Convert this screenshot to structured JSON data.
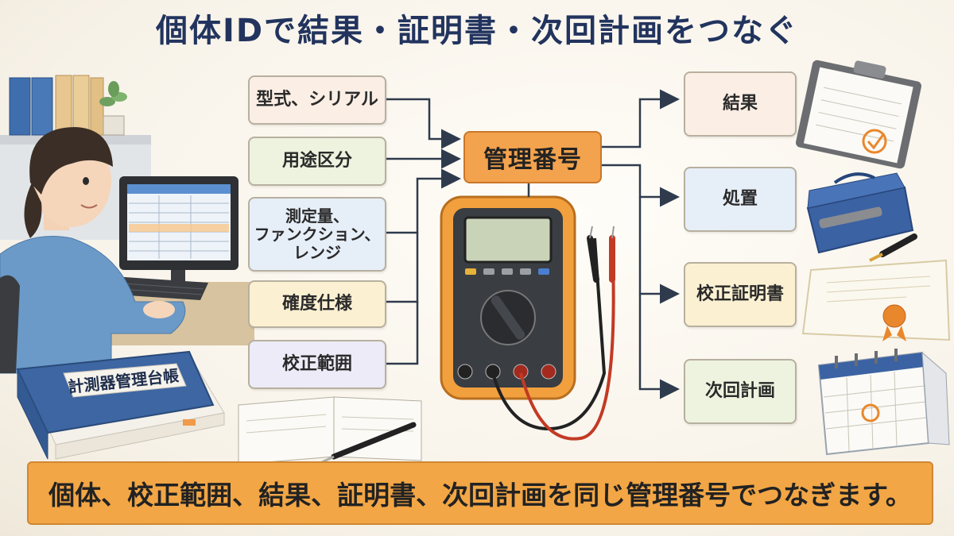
{
  "title": "個体IDで結果・証明書・次回計画をつなぐ",
  "inputs": [
    {
      "label": "型式、シリアル",
      "fill": "#fbeee5"
    },
    {
      "label": "用途区分",
      "fill": "#eef3df"
    },
    {
      "label": "測定量、\nファンクション、\nレンジ",
      "fill": "#e6eef8"
    },
    {
      "label": "確度仕様",
      "fill": "#fbf0d2"
    },
    {
      "label": "校正範囲",
      "fill": "#ecebf7"
    }
  ],
  "hub": {
    "label": "管理番号"
  },
  "outputs": [
    {
      "label": "結果",
      "fill": "#fbeee5"
    },
    {
      "label": "処置",
      "fill": "#e6eef8"
    },
    {
      "label": "校正証明書",
      "fill": "#fbf0d2"
    },
    {
      "label": "次回計画",
      "fill": "#eef3df"
    }
  ],
  "ledger_label": "計測器管理台帳",
  "banner": "個体、校正範囲、結果、証明書、次回計画を同じ管理番号でつなぎます。",
  "colors": {
    "accent": "#f2a645",
    "title": "#22345e",
    "line": "#2f3b4d"
  }
}
